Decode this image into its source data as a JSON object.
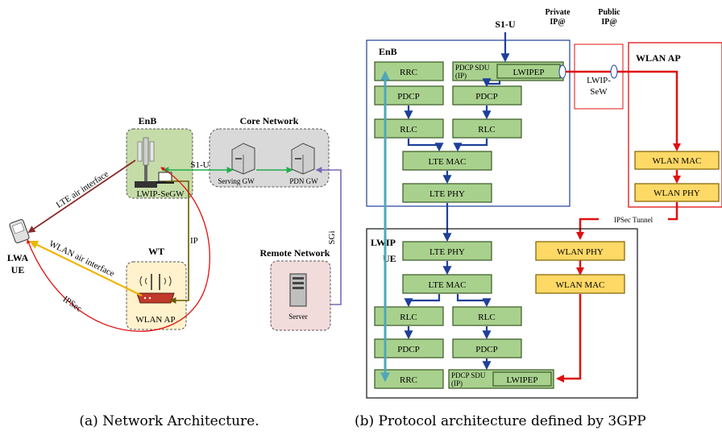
{
  "left": {
    "enb_title": "EnB",
    "lwip_segw": "LWIP-SeGW",
    "core_title": "Core Network",
    "serving_gw": "Serving GW",
    "pdn_gw": "PDN GW",
    "s1u": "S1-U",
    "sgi": "SGi",
    "remote_title": "Remote Network",
    "server": "Server",
    "wt_title": "WT",
    "wlan_ap": "WLAN AP",
    "ip": "IP",
    "ipsec": "IPSec",
    "lte_air": "LTE air interface",
    "wlan_air": "WLAN air interface",
    "ue_l1": "LWA",
    "ue_l2": "UE"
  },
  "right": {
    "s1u": "S1-U",
    "private_ip_1": "Private",
    "private_ip_2": "IP@",
    "public_ip_1": "Public",
    "public_ip_2": "IP@",
    "enb_title": "EnB",
    "enb": {
      "rrc": "RRC",
      "pdcp_sdu_1": "PDCP SDU",
      "pdcp_sdu_2": "(IP)",
      "lwipep": "LWIPEP",
      "pdcp_a": "PDCP",
      "pdcp_b": "PDCP",
      "rlc_a": "RLC",
      "rlc_b": "RLC",
      "lte_mac": "LTE MAC",
      "lte_phy": "LTE PHY"
    },
    "lwip_sew_1": "LWIP-",
    "lwip_sew_2": "SeW",
    "wlan_ap_title": "WLAN AP",
    "wlan_ap_mac": "WLAN MAC",
    "wlan_ap_phy": "WLAN PHY",
    "ipsec_tunnel": "IPSec Tunnel",
    "ue_title_1": "LWIP",
    "ue_title_2": "UE",
    "ue": {
      "lte_phy": "LTE PHY",
      "wlan_phy": "WLAN PHY",
      "lte_mac": "LTE MAC",
      "wlan_mac": "WLAN MAC",
      "rlc_a": "RLC",
      "rlc_b": "RLC",
      "pdcp_a": "PDCP",
      "pdcp_b": "PDCP",
      "rrc": "RRC",
      "pdcp_sdu_1": "PDCP SDU",
      "pdcp_sdu_2": "(IP)",
      "lwipep": "LWIPEP"
    }
  },
  "captions": {
    "a": "(a) Network Architecture.",
    "b": "(b) Protocol architecture defined by 3GPP"
  },
  "colors": {
    "green_box": "#a9d18e",
    "yellow_box": "#ffd966",
    "blue_arrow": "#1f3f99",
    "red_path": "#e01010",
    "teal_arrow": "#4ea8b8"
  }
}
